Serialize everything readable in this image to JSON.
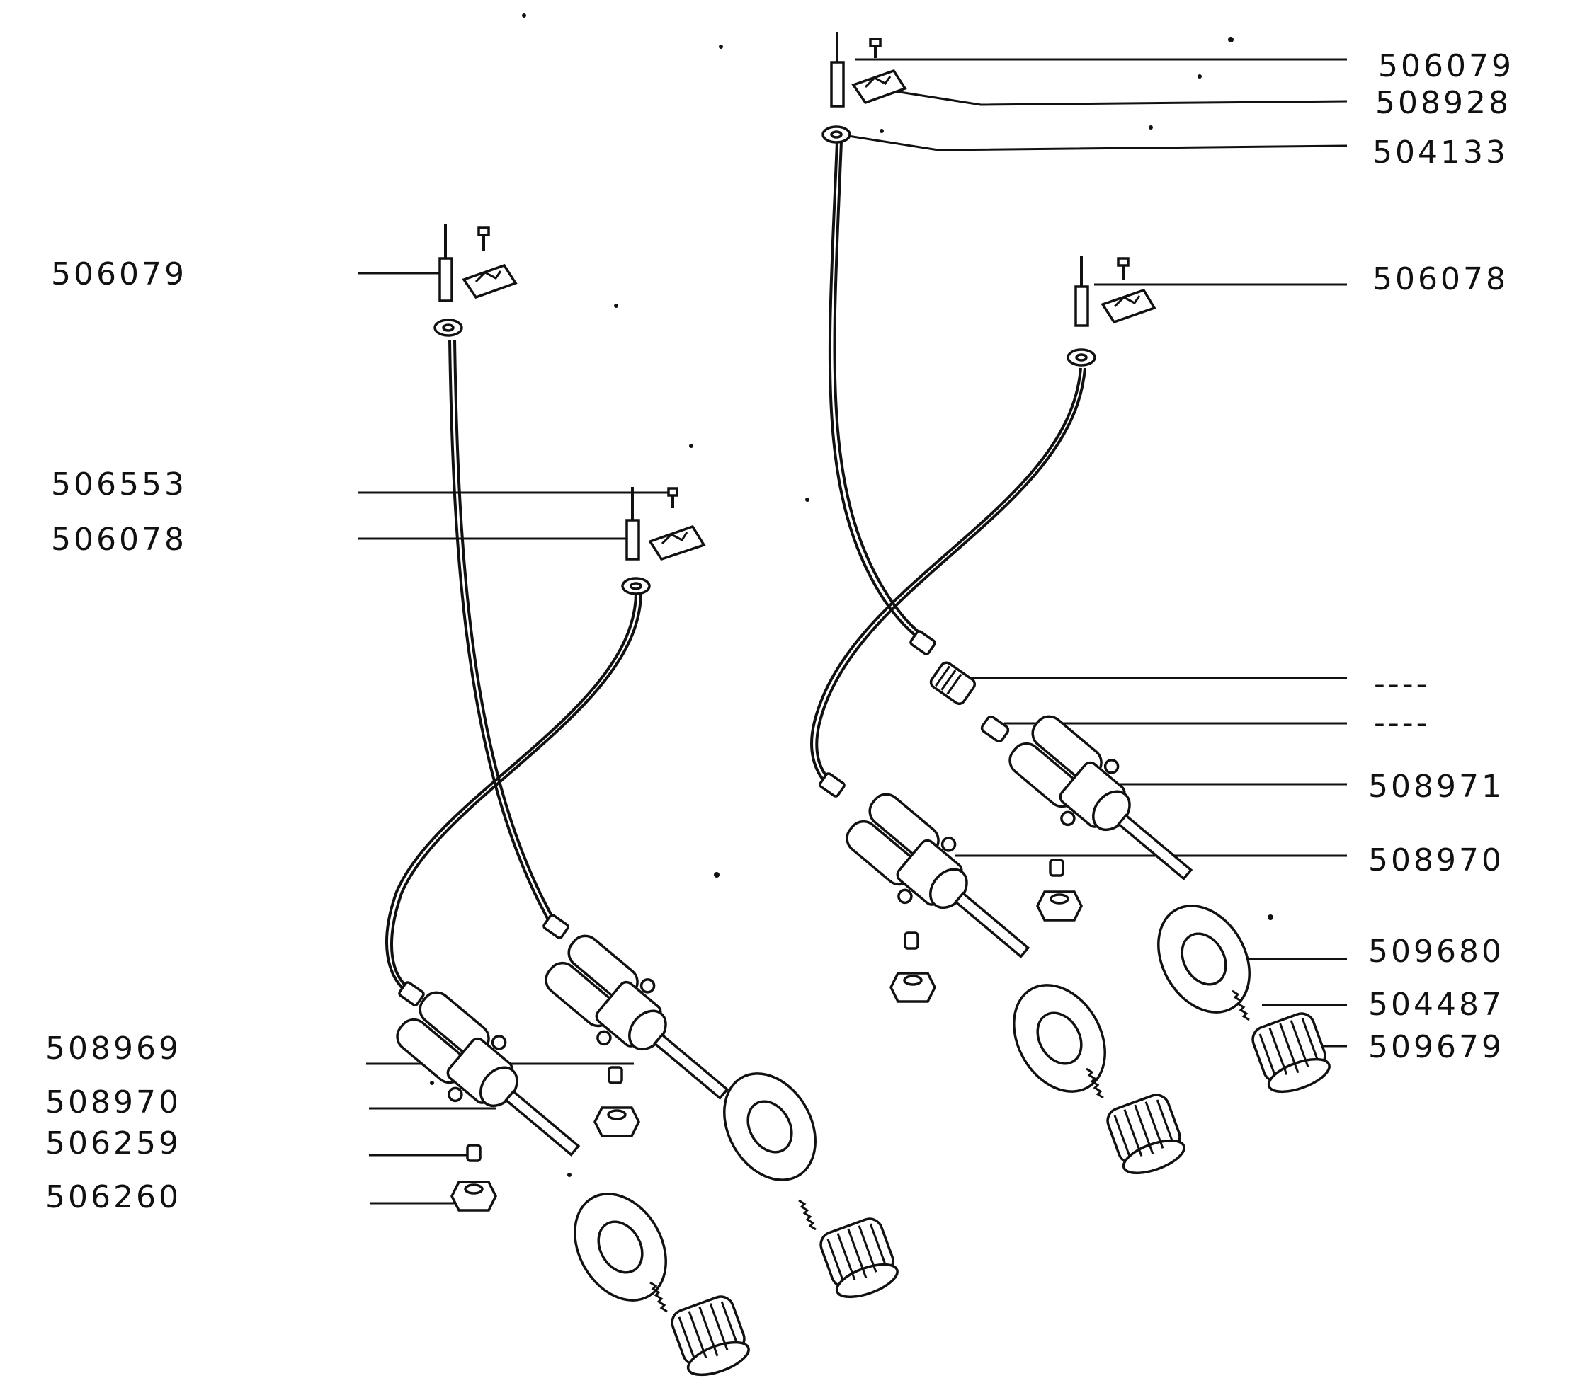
{
  "left_labels": [
    {
      "id": "l1",
      "text": "506079"
    },
    {
      "id": "l2",
      "text": "506553"
    },
    {
      "id": "l3",
      "text": "506078"
    },
    {
      "id": "l4",
      "text": "508969"
    },
    {
      "id": "l5",
      "text": "508970"
    },
    {
      "id": "l6",
      "text": "506259"
    },
    {
      "id": "l7",
      "text": "506260"
    }
  ],
  "right_labels": [
    {
      "id": "r1",
      "text": "506079"
    },
    {
      "id": "r2",
      "text": "508928"
    },
    {
      "id": "r3",
      "text": "504133"
    },
    {
      "id": "r4",
      "text": "506078"
    },
    {
      "id": "r5",
      "text": "----"
    },
    {
      "id": "r6",
      "text": "----"
    },
    {
      "id": "r7",
      "text": "508971"
    },
    {
      "id": "r8",
      "text": "508970"
    },
    {
      "id": "r9",
      "text": "509680"
    },
    {
      "id": "r10",
      "text": "504487"
    },
    {
      "id": "r11",
      "text": "509679"
    }
  ]
}
